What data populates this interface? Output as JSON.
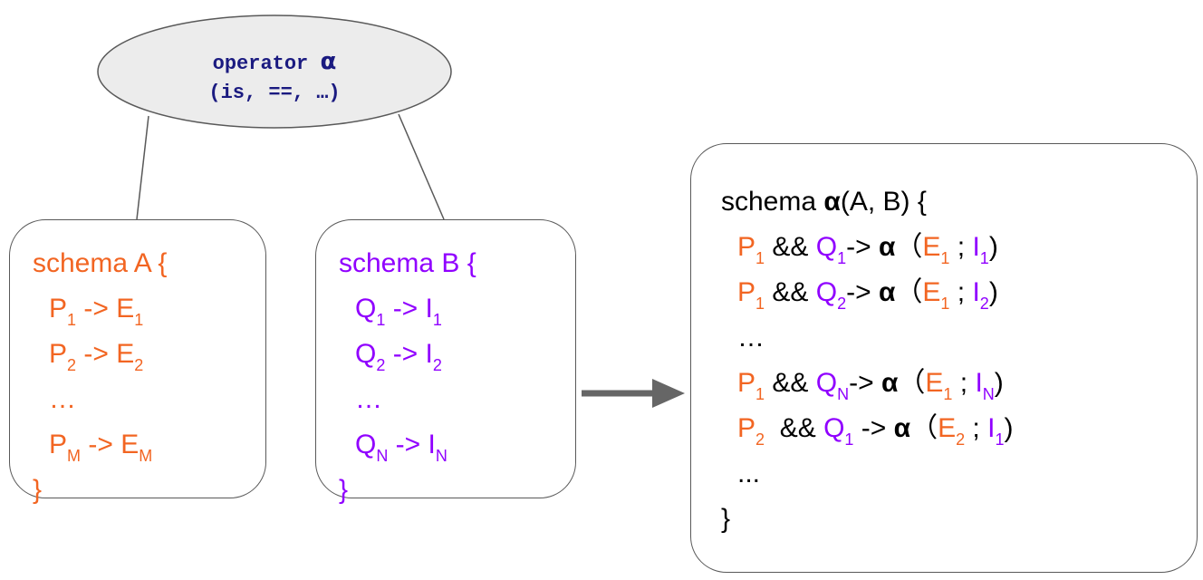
{
  "operator": {
    "line1_prefix": "operator ",
    "symbol": "α",
    "line2": "(is, ==, …)"
  },
  "schema_a": {
    "header": "schema A {",
    "rows": [
      {
        "p": "P",
        "pi": "1",
        "arrow": " -> ",
        "e": "E",
        "ei": "1"
      },
      {
        "p": "P",
        "pi": "2",
        "arrow": " -> ",
        "e": "E",
        "ei": "2"
      },
      {
        "ellipsis": "…"
      },
      {
        "p": "P",
        "pi": "M",
        "arrow": " -> ",
        "e": "E",
        "ei": "M"
      }
    ],
    "close": "}"
  },
  "schema_b": {
    "header": "schema B {",
    "rows": [
      {
        "q": "Q",
        "qi": "1",
        "arrow": " -> ",
        "i": "I",
        "ii": "1"
      },
      {
        "q": "Q",
        "qi": "2",
        "arrow": " -> ",
        "i": "I",
        "ii": "2"
      },
      {
        "ellipsis": "…"
      },
      {
        "q": "Q",
        "qi": "N",
        "arrow": " -> ",
        "i": "I",
        "ii": "N"
      }
    ],
    "close": "}"
  },
  "result": {
    "header_prefix": "schema ",
    "header_alpha": "α",
    "header_suffix": "(A, B) {",
    "rows": [
      {
        "p": "P",
        "pi": "1",
        "and": " && ",
        "q": "Q",
        "qi": "1",
        "arrow": "-> ",
        "alpha": "α",
        "open": "（",
        "e": "E",
        "ei": "1",
        "sep": " ; ",
        "i": "I",
        "ii": "1",
        "close": ")"
      },
      {
        "p": "P",
        "pi": "1",
        "and": " && ",
        "q": "Q",
        "qi": "2",
        "arrow": "-> ",
        "alpha": "α",
        "open": "（",
        "e": "E",
        "ei": "1",
        "sep": " ; ",
        "i": "I",
        "ii": "2",
        "close": ")"
      },
      {
        "ellipsis": "…"
      },
      {
        "p": "P",
        "pi": "1",
        "and": " && ",
        "q": "Q",
        "qi": "N",
        "arrow": "-> ",
        "alpha": "α",
        "open": "（",
        "e": "E",
        "ei": "1",
        "sep": " ; ",
        "i": "I",
        "ii": "N",
        "close": ")"
      },
      {
        "p": "P",
        "pi": "2",
        "and": "  && ",
        "q": "Q",
        "qi": "1",
        "arrow": " -> ",
        "alpha": "α",
        "open": "（",
        "e": "E",
        "ei": "2",
        "sep": " ; ",
        "i": "I",
        "ii": "1",
        "close": ")"
      },
      {
        "ellipsis": "..."
      }
    ],
    "close": "}"
  },
  "colors": {
    "schema_a": "#f26522",
    "schema_b": "#9000ff",
    "operator": "#1a1a80",
    "arrow": "#666666"
  }
}
